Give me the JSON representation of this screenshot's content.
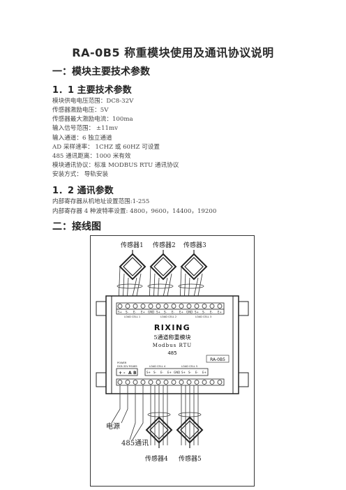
{
  "title": "RA-0B5 称重模块使用及通讯协议说明",
  "section1": {
    "heading": "一：模块主要技术参数",
    "sub1": {
      "heading": "1．1 主要技术参数",
      "lines": [
        "模块供电电压范围：DC8-32V",
        "传感器激励电压：5V",
        "传感器最大激励电流：100ma",
        "输入信号范围：  ±11mv",
        "输入通道：6 独立通道",
        "AD 采样速率：  1CHZ 或 60HZ 可设置",
        "485 通讯距离：1000 米有效",
        "模块通讯协议：标准 MODBUS  RTU 通讯协议",
        "安装方式：  导轨安装"
      ]
    },
    "sub2": {
      "heading": "1．2 通讯参数",
      "lines": [
        "内部寄存器从机地址设置范围:1-255",
        "内部寄存器 4 种波特率设置: 4800，9600，14400，19200"
      ]
    }
  },
  "section2": {
    "heading": "二：接线图"
  },
  "diagram": {
    "sensor_top_labels": [
      "传感器1",
      "传感器2",
      "传感器3"
    ],
    "sensor_bottom_labels": [
      "传感器4",
      "传感器5"
    ],
    "brand": "RIXING",
    "module_name": "5通道称重模块",
    "protocol": "Modbus RTU",
    "interface": "485",
    "model_badge": "RA-0B5",
    "load_cells_top": [
      "LOAD CELL 1",
      "LOAD CELL 2",
      "LOAD CELL 3"
    ],
    "load_cells_bottom": [
      "LOAD CELL 4",
      "LOAD CELL 5"
    ],
    "pins_top": [
      "S+",
      "S-",
      "E-",
      "E+",
      "GND",
      "S+",
      "S-",
      "E-",
      "E+",
      "GND",
      "S+",
      "S-",
      "E-",
      "E+"
    ],
    "pins_bottom": [
      "S+",
      "S-",
      "E-",
      "E+",
      "GND",
      "S+",
      "S-",
      "E-",
      "E+"
    ],
    "power_label": "POWER",
    "power_range": "DC8-32V",
    "rs485_label": "RS485",
    "power_pins": [
      "+",
      "-",
      "A",
      "B"
    ],
    "label_power": "电源",
    "label_485": "485通讯"
  }
}
